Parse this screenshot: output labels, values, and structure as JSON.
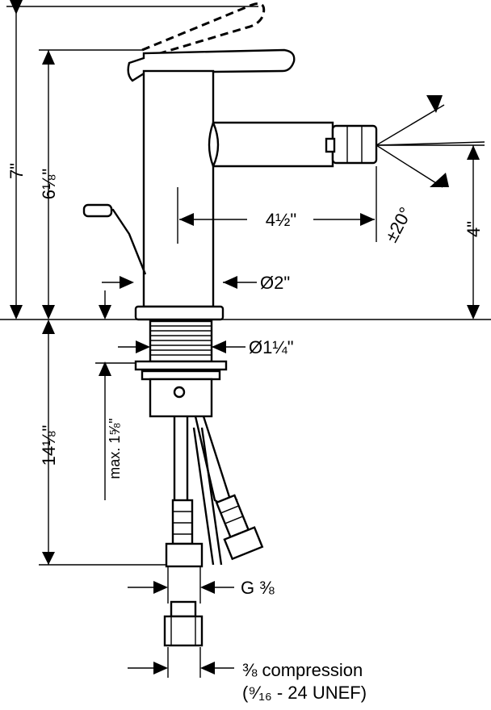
{
  "dimensions": {
    "total_height_above": "7\"",
    "spout_height": "6⅛\"",
    "reach": "4½\"",
    "aerator_height": "4\"",
    "spray_angle": "±20°",
    "body_diameter": "Ø2\"",
    "shank_diameter": "Ø1¼\"",
    "below_deck_length": "14⅛\"",
    "max_deck_thickness": "max. 1⅝\"",
    "connection_thread": "G ⅜",
    "compression_size": "⅜ compression",
    "compression_thread": "(⁹⁄₁₆ - 24 UNEF)"
  }
}
